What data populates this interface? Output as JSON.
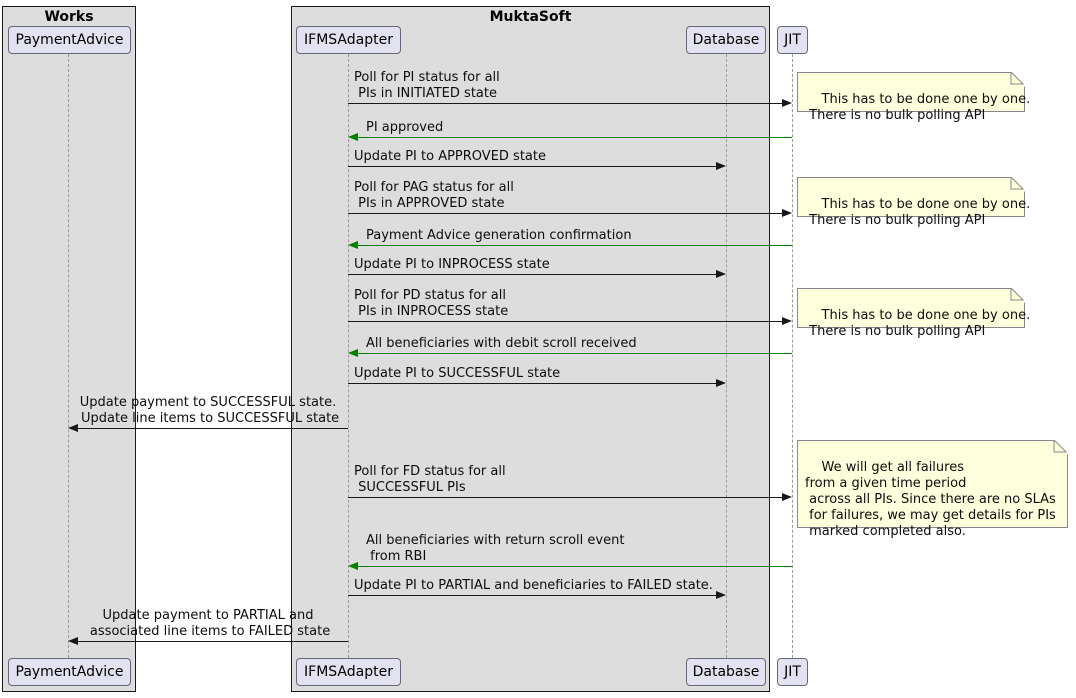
{
  "frames": [
    {
      "label": "Works"
    },
    {
      "label": "MuktaSoft"
    }
  ],
  "participants": [
    {
      "label": "PaymentAdvice"
    },
    {
      "label": "IFMSAdapter"
    },
    {
      "label": "Database"
    },
    {
      "label": "JIT"
    }
  ],
  "messages": [
    {
      "from": "IFMSAdapter",
      "to": "JIT",
      "color": "#181818",
      "text": "Poll for PI status for all\n PIs in INITIATED state"
    },
    {
      "from": "JIT",
      "to": "IFMSAdapter",
      "color": "#008000",
      "text": "PI approved"
    },
    {
      "from": "IFMSAdapter",
      "to": "Database",
      "color": "#181818",
      "text": "Update PI to APPROVED state"
    },
    {
      "from": "IFMSAdapter",
      "to": "JIT",
      "color": "#181818",
      "text": "Poll for PAG status for all\n PIs in APPROVED state"
    },
    {
      "from": "JIT",
      "to": "IFMSAdapter",
      "color": "#008000",
      "text": "Payment Advice generation confirmation"
    },
    {
      "from": "IFMSAdapter",
      "to": "Database",
      "color": "#181818",
      "text": "Update PI to INPROCESS state"
    },
    {
      "from": "IFMSAdapter",
      "to": "JIT",
      "color": "#181818",
      "text": "Poll for PD status for all\n PIs in INPROCESS state"
    },
    {
      "from": "JIT",
      "to": "IFMSAdapter",
      "color": "#008000",
      "text": "All beneficiaries with debit scroll received"
    },
    {
      "from": "IFMSAdapter",
      "to": "Database",
      "color": "#181818",
      "text": "Update PI to SUCCESSFUL state"
    },
    {
      "from": "IFMSAdapter",
      "to": "PaymentAdvice",
      "color": "#181818",
      "text": "Update payment to SUCCESSFUL state.\n Update line items to SUCCESSFUL state"
    },
    {
      "from": "IFMSAdapter",
      "to": "JIT",
      "color": "#181818",
      "text": "Poll for FD status for all\n SUCCESSFUL PIs"
    },
    {
      "from": "JIT",
      "to": "IFMSAdapter",
      "color": "#008000",
      "text": "All beneficiaries with return scroll event\n from RBI"
    },
    {
      "from": "IFMSAdapter",
      "to": "Database",
      "color": "#181818",
      "text": "Update PI to PARTIAL and beneficiaries to FAILED state."
    },
    {
      "from": "IFMSAdapter",
      "to": "PaymentAdvice",
      "color": "#181818",
      "text": "Update payment to PARTIAL and\n associated line items to FAILED state"
    }
  ],
  "notes": [
    {
      "text": "This has to be done one by one.\n There is no bulk polling API"
    },
    {
      "text": "This has to be done one by one.\n There is no bulk polling API"
    },
    {
      "text": "This has to be done one by one.\n There is no bulk polling API"
    },
    {
      "text": "We will get all failures\nfrom a given time period\n across all PIs. Since there are no SLAs\n for failures, we may get details for PIs\n marked completed also."
    }
  ],
  "colors": {
    "frame_fill": "#dddddd",
    "participant_fill": "#e2e2f0",
    "note_fill": "#feffdd",
    "arrow_black": "#181818",
    "arrow_green": "#008000"
  }
}
